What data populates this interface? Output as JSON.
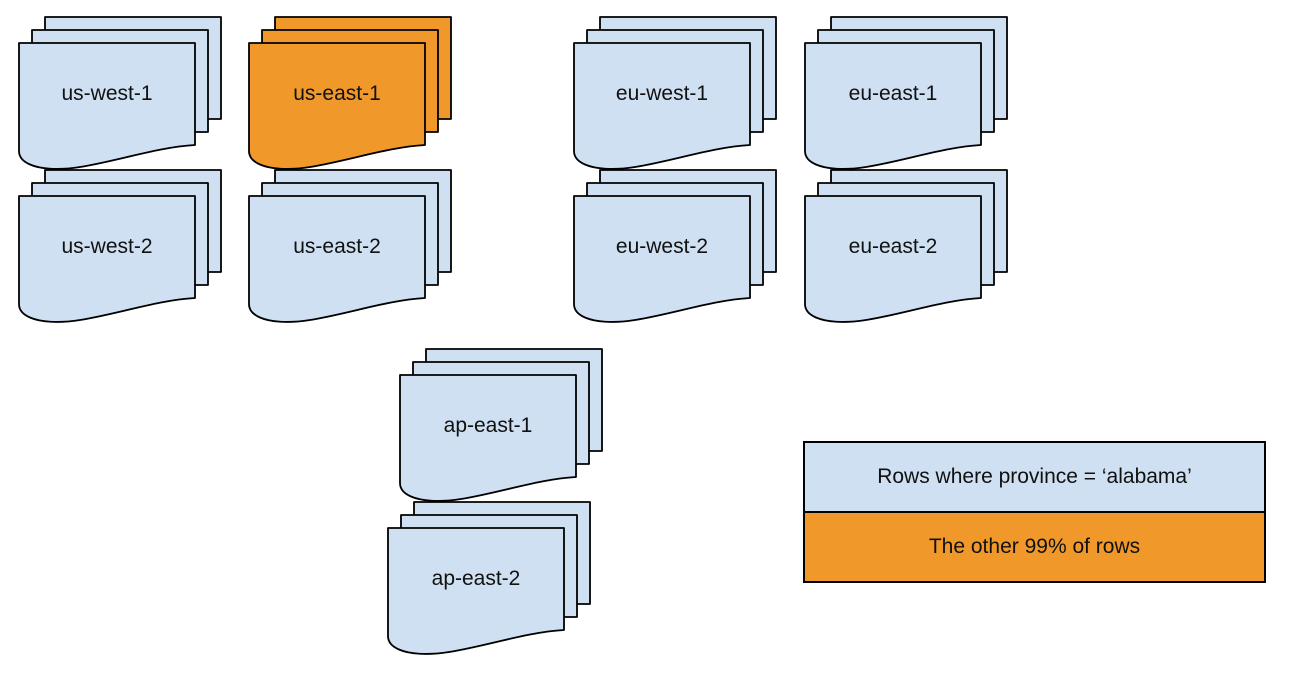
{
  "colors": {
    "background": "#ffffff",
    "region_fill": "#cfe0f2",
    "highlight_fill": "#f0992a",
    "stroke": "#000000",
    "text": "#111111"
  },
  "regions": [
    {
      "label": "us-west-1",
      "highlighted": false
    },
    {
      "label": "us-east-1",
      "highlighted": true
    },
    {
      "label": "eu-west-1",
      "highlighted": false
    },
    {
      "label": "eu-east-1",
      "highlighted": false
    },
    {
      "label": "us-west-2",
      "highlighted": false
    },
    {
      "label": "us-east-2",
      "highlighted": false
    },
    {
      "label": "eu-west-2",
      "highlighted": false
    },
    {
      "label": "eu-east-2",
      "highlighted": false
    },
    {
      "label": "ap-east-1",
      "highlighted": false
    },
    {
      "label": "ap-east-2",
      "highlighted": false
    }
  ],
  "legend": {
    "items": [
      {
        "label": "Rows where province = ‘alabama’",
        "swatch": "region_fill"
      },
      {
        "label": "The other 99% of rows",
        "swatch": "highlight_fill"
      }
    ]
  }
}
